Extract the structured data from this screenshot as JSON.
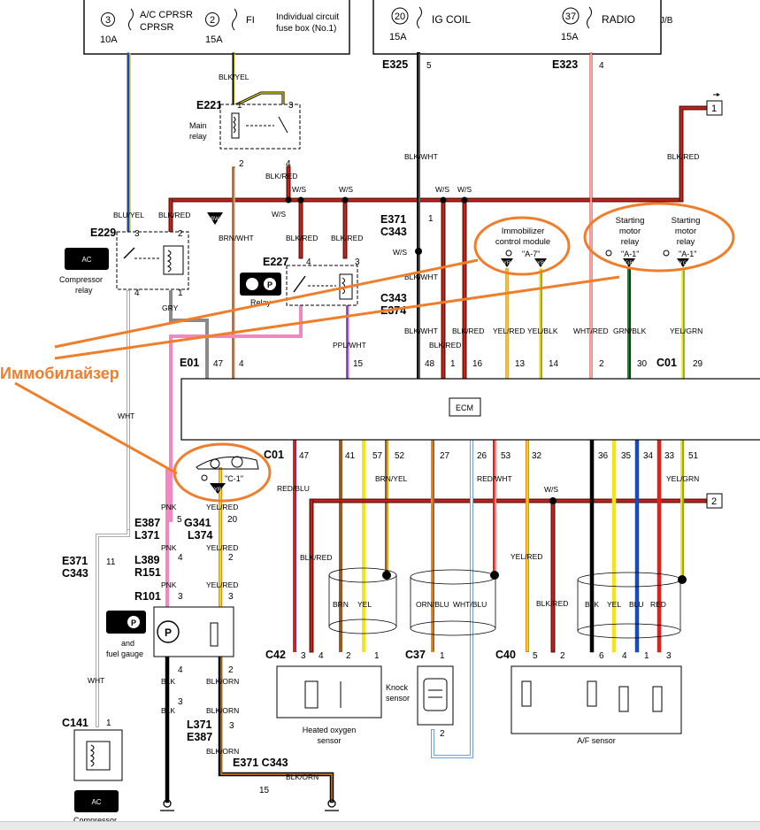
{
  "fuse_box_left": {
    "fuses": [
      {
        "num": "3",
        "amp": "10A",
        "name": "A/C CPRSR"
      },
      {
        "num": "2",
        "amp": "15A",
        "name": "FI"
      }
    ],
    "caption_line1": "Individual circuit",
    "caption_line2": "fuse box (No.1)"
  },
  "fuse_box_right": {
    "fuses": [
      {
        "num": "20",
        "amp": "15A",
        "name": "IG COIL"
      },
      {
        "num": "37",
        "amp": "15A",
        "name": "RADIO"
      }
    ],
    "tag": "J/B"
  },
  "connectors": {
    "e325": "E325",
    "e323": "E323",
    "e221": "E221",
    "e229": "E229",
    "e227": "E227",
    "e371_top": "E371",
    "c343_top": "C343",
    "c343_mid": "C343",
    "e374": "E374",
    "e01": "E01",
    "c01_top": "C01",
    "c01_bottom": "C01",
    "e387": "E387",
    "g341": "G341",
    "l371": "L371",
    "l374": "L374",
    "e371_left": "E371",
    "c343_left": "C343",
    "l389": "L389",
    "r151": "R151",
    "r101": "R101",
    "c141": "C141",
    "c42": "C42",
    "c37": "C37",
    "c40": "C40",
    "l371_b": "L371",
    "e387_b": "E387",
    "e371_c343_bottom": "E371 C343"
  },
  "components": {
    "main_relay_line1": "Main",
    "main_relay_line2": "relay",
    "compressor_relay_line1": "Compressor",
    "compressor_relay_line2": "relay",
    "relay": "Relay",
    "and_fuel_gauge_line1": "and",
    "and_fuel_gauge_line2": "fuel gauge",
    "immobilizer_line1": "Immobilizer",
    "immobilizer_line2": "control module",
    "starting_motor_relay_line1": "Starting",
    "starting_motor_relay_line2": "motor",
    "starting_motor_relay_line3": "relay",
    "ecm": "ECM",
    "heated_o2_line1": "Heated oxygen",
    "heated_o2_line2": "sensor",
    "knock_line1": "Knock",
    "knock_line2": "sensor",
    "af_sensor": "A/F sensor",
    "compressor_bottom": "Compressor"
  },
  "references": {
    "immobilizer": "\"A-7\"",
    "starting_1": "\"A-1\"",
    "starting_2": "\"A-1\"",
    "gauge": "\"C-1\""
  },
  "badges": {
    "bw": "BW",
    "yr": "YR",
    "yb": "YB",
    "gb": "GB",
    "yg": "YG",
    "yr2": "YR"
  },
  "page_refs": {
    "ref1": "1",
    "ref2": "2"
  },
  "annotation": {
    "text": "Иммобилайзер",
    "color": "#f07d2a"
  },
  "wire_labels": {
    "blu_yel": "BLU/YEL",
    "blk_red_1": "BLK/RED",
    "blk_yel": "BLK/YEL",
    "brn_wht": "BRN/WHT",
    "blk_red_2": "BLK/RED",
    "ws_1": "W/S",
    "ws_2": "W/S",
    "ws_3": "W/S",
    "ws_4": "W/S",
    "ws_5": "W/S",
    "ws_6": "W/S",
    "ws_7": "W/S",
    "blk_red_3": "BLK/RED",
    "blk_red_4": "BLK/RED",
    "blk_wht_1": "BLK/WHT",
    "blk_wht_2": "BLK/WHT",
    "blk_wht_3": "BLK/WHT",
    "blk_red_5": "BLK/RED",
    "blk_red_6": "BLK/RED",
    "blk_red_7": "BLK/RED",
    "gry": "GRY",
    "ppl_wht": "PPL/WHT",
    "yel_red_1": "YEL/RED",
    "yel_blk": "YEL/BLK",
    "wht_red": "WHT/RED",
    "grn_blk": "GRN/BLK",
    "yel_grn_1": "YEL/GRN",
    "wht_1": "WHT",
    "wht_2": "WHT",
    "red_blu": "RED/BLU",
    "brn_yel": "BRN/YEL",
    "red_wht": "RED/WHT",
    "yel_grn_2": "YEL/GRN",
    "pnk_1": "PNK",
    "pnk_2": "PNK",
    "pnk_3": "PNK",
    "yel_red_2": "YEL/RED",
    "yel_red_3": "YEL/RED",
    "yel_red_4": "YEL/RED",
    "yel_red_5": "YEL/RED",
    "blk_1": "BLK",
    "blk_2": "BLK",
    "blk_orn_1": "BLK/ORN",
    "blk_orn_2": "BLK/ORN",
    "blk_orn_3": "BLK/ORN",
    "blk_orn_4": "BLK/ORN",
    "blk_red_8": "BLK/RED",
    "blk_red_9": "BLK/RED",
    "brn": "BRN",
    "yel_1": "YEL",
    "orn_blu": "ORN/BLU",
    "wht_blu": "WHT/BLU",
    "blk": "BLK",
    "yel_2": "YEL",
    "blu": "BLU",
    "red": "RED"
  },
  "pins": {
    "e01": [
      "47",
      "4",
      "15",
      "48",
      "1",
      "16",
      "13",
      "14",
      "2",
      "30"
    ],
    "c01_top": [
      "29"
    ],
    "c01_bottom": [
      "47",
      "41",
      "57",
      "52",
      "27",
      "26",
      "53",
      "32",
      "36",
      "35",
      "34",
      "33",
      "51"
    ],
    "c42": [
      "3",
      "4",
      "2",
      "1"
    ],
    "c40": [
      "5",
      "2",
      "6",
      "4",
      "1",
      "3"
    ],
    "c37": [
      "1",
      "2"
    ],
    "misc": [
      "5",
      "4",
      "1",
      "3",
      "2",
      "4",
      "3",
      "2",
      "1",
      "4",
      "4",
      "3",
      "5",
      "20",
      "4",
      "2",
      "11",
      "3",
      "3",
      "4",
      "2",
      "1",
      "3",
      "3",
      "15",
      "1"
    ]
  },
  "colors": {
    "blk_red": "#6b1a12",
    "red": "#e0221d",
    "orange": "#e88a1c",
    "yellow": "#f2e51b",
    "blue": "#1a49b8",
    "green": "#1f7d2e",
    "pink": "#f288c0",
    "purple": "#7a2f9c",
    "brown": "#9a5a24",
    "gray": "#8a8a8a",
    "highlight": "#f07d2a"
  }
}
